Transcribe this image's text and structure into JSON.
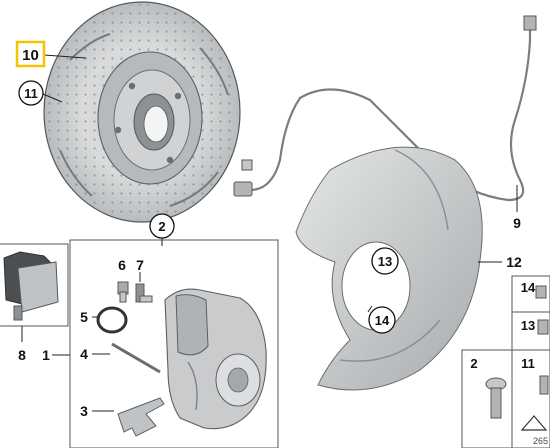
{
  "callouts": {
    "c10": "10",
    "c11": "11",
    "c9": "9",
    "c2": "2",
    "c6": "6",
    "c7": "7",
    "c5": "5",
    "c4": "4",
    "c3": "3",
    "c1": "1",
    "c8": "8",
    "c13": "13",
    "c14": "14",
    "c12": "12",
    "t14": "14",
    "t13": "13",
    "t11": "11",
    "t2": "2"
  },
  "drawing_number": "265",
  "colors": {
    "highlight": "#f2c500",
    "metal": "#d4d6d8",
    "outline": "#6b6e71"
  }
}
